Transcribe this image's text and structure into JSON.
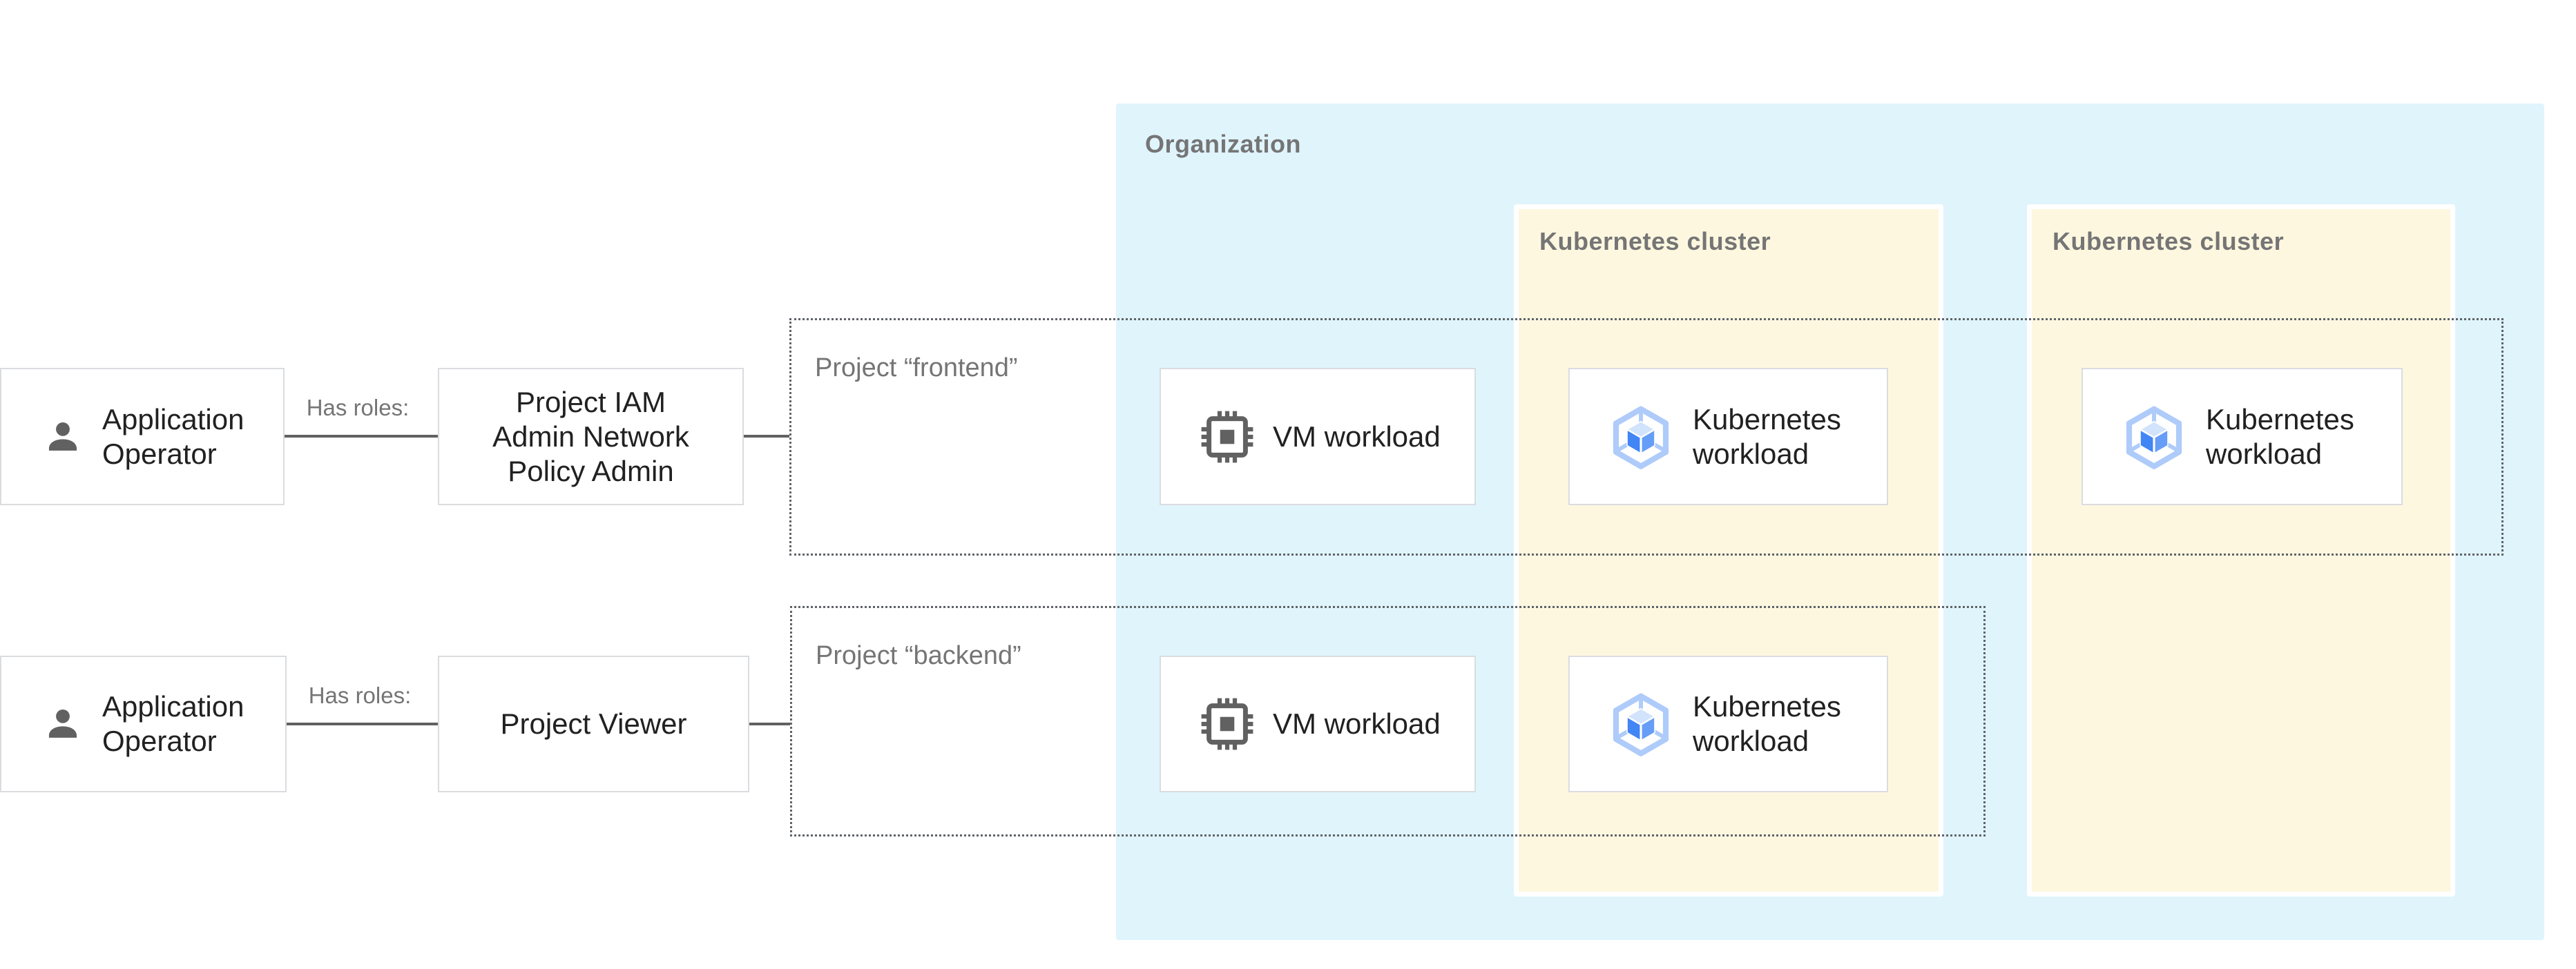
{
  "organization": {
    "label": "Organization"
  },
  "kubernetes_clusters": [
    {
      "label": "Kubernetes cluster"
    },
    {
      "label": "Kubernetes cluster"
    }
  ],
  "projects": [
    {
      "label": "Project “frontend”"
    },
    {
      "label": "Project “backend”"
    }
  ],
  "actors": [
    {
      "name": "Application\nOperator",
      "relation_label": "Has roles:",
      "role": "Project IAM\nAdmin Network\nPolicy Admin"
    },
    {
      "name": "Application\nOperator",
      "relation_label": "Has roles:",
      "role": "Project Viewer"
    }
  ],
  "workloads": {
    "vm_label": "VM workload",
    "kubernetes_label": "Kubernetes\nworkload"
  },
  "icons": {
    "actor": "person-icon",
    "vm": "cpu-chip-icon",
    "kubernetes": "kubernetes-hexagon-cube-icon"
  },
  "colors": {
    "organization_bg": "#e0f4fc",
    "cluster_bg": "#fef7e0",
    "node_border": "#dadce0",
    "dashed_border": "#5f6368",
    "connector": "#616161",
    "muted_label": "#757575",
    "node_text": "#212121",
    "icon_gray": "#616161",
    "k8s_hex": "#aecbfa",
    "k8s_cube_top": "#d2e3fc",
    "k8s_cube_left": "#4285f4",
    "k8s_cube_right": "#669df6"
  }
}
